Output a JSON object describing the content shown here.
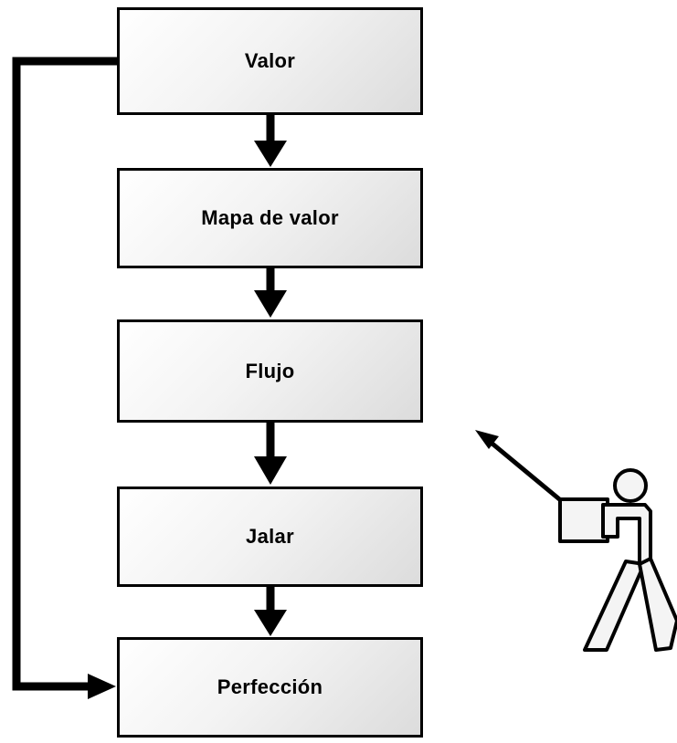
{
  "diagram": {
    "steps": [
      {
        "label": "Valor"
      },
      {
        "label": "Mapa de valor"
      },
      {
        "label": "Flujo"
      },
      {
        "label": "Jalar"
      },
      {
        "label": "Perfección"
      }
    ],
    "feedback_loop": {
      "from": "Valor",
      "to": "Perfección"
    },
    "figure_icon": "person-pushing-box-icon",
    "colors": {
      "stroke": "#000000",
      "box_fill_light": "#ffffff",
      "box_fill_dark": "#dcdcdc"
    }
  }
}
